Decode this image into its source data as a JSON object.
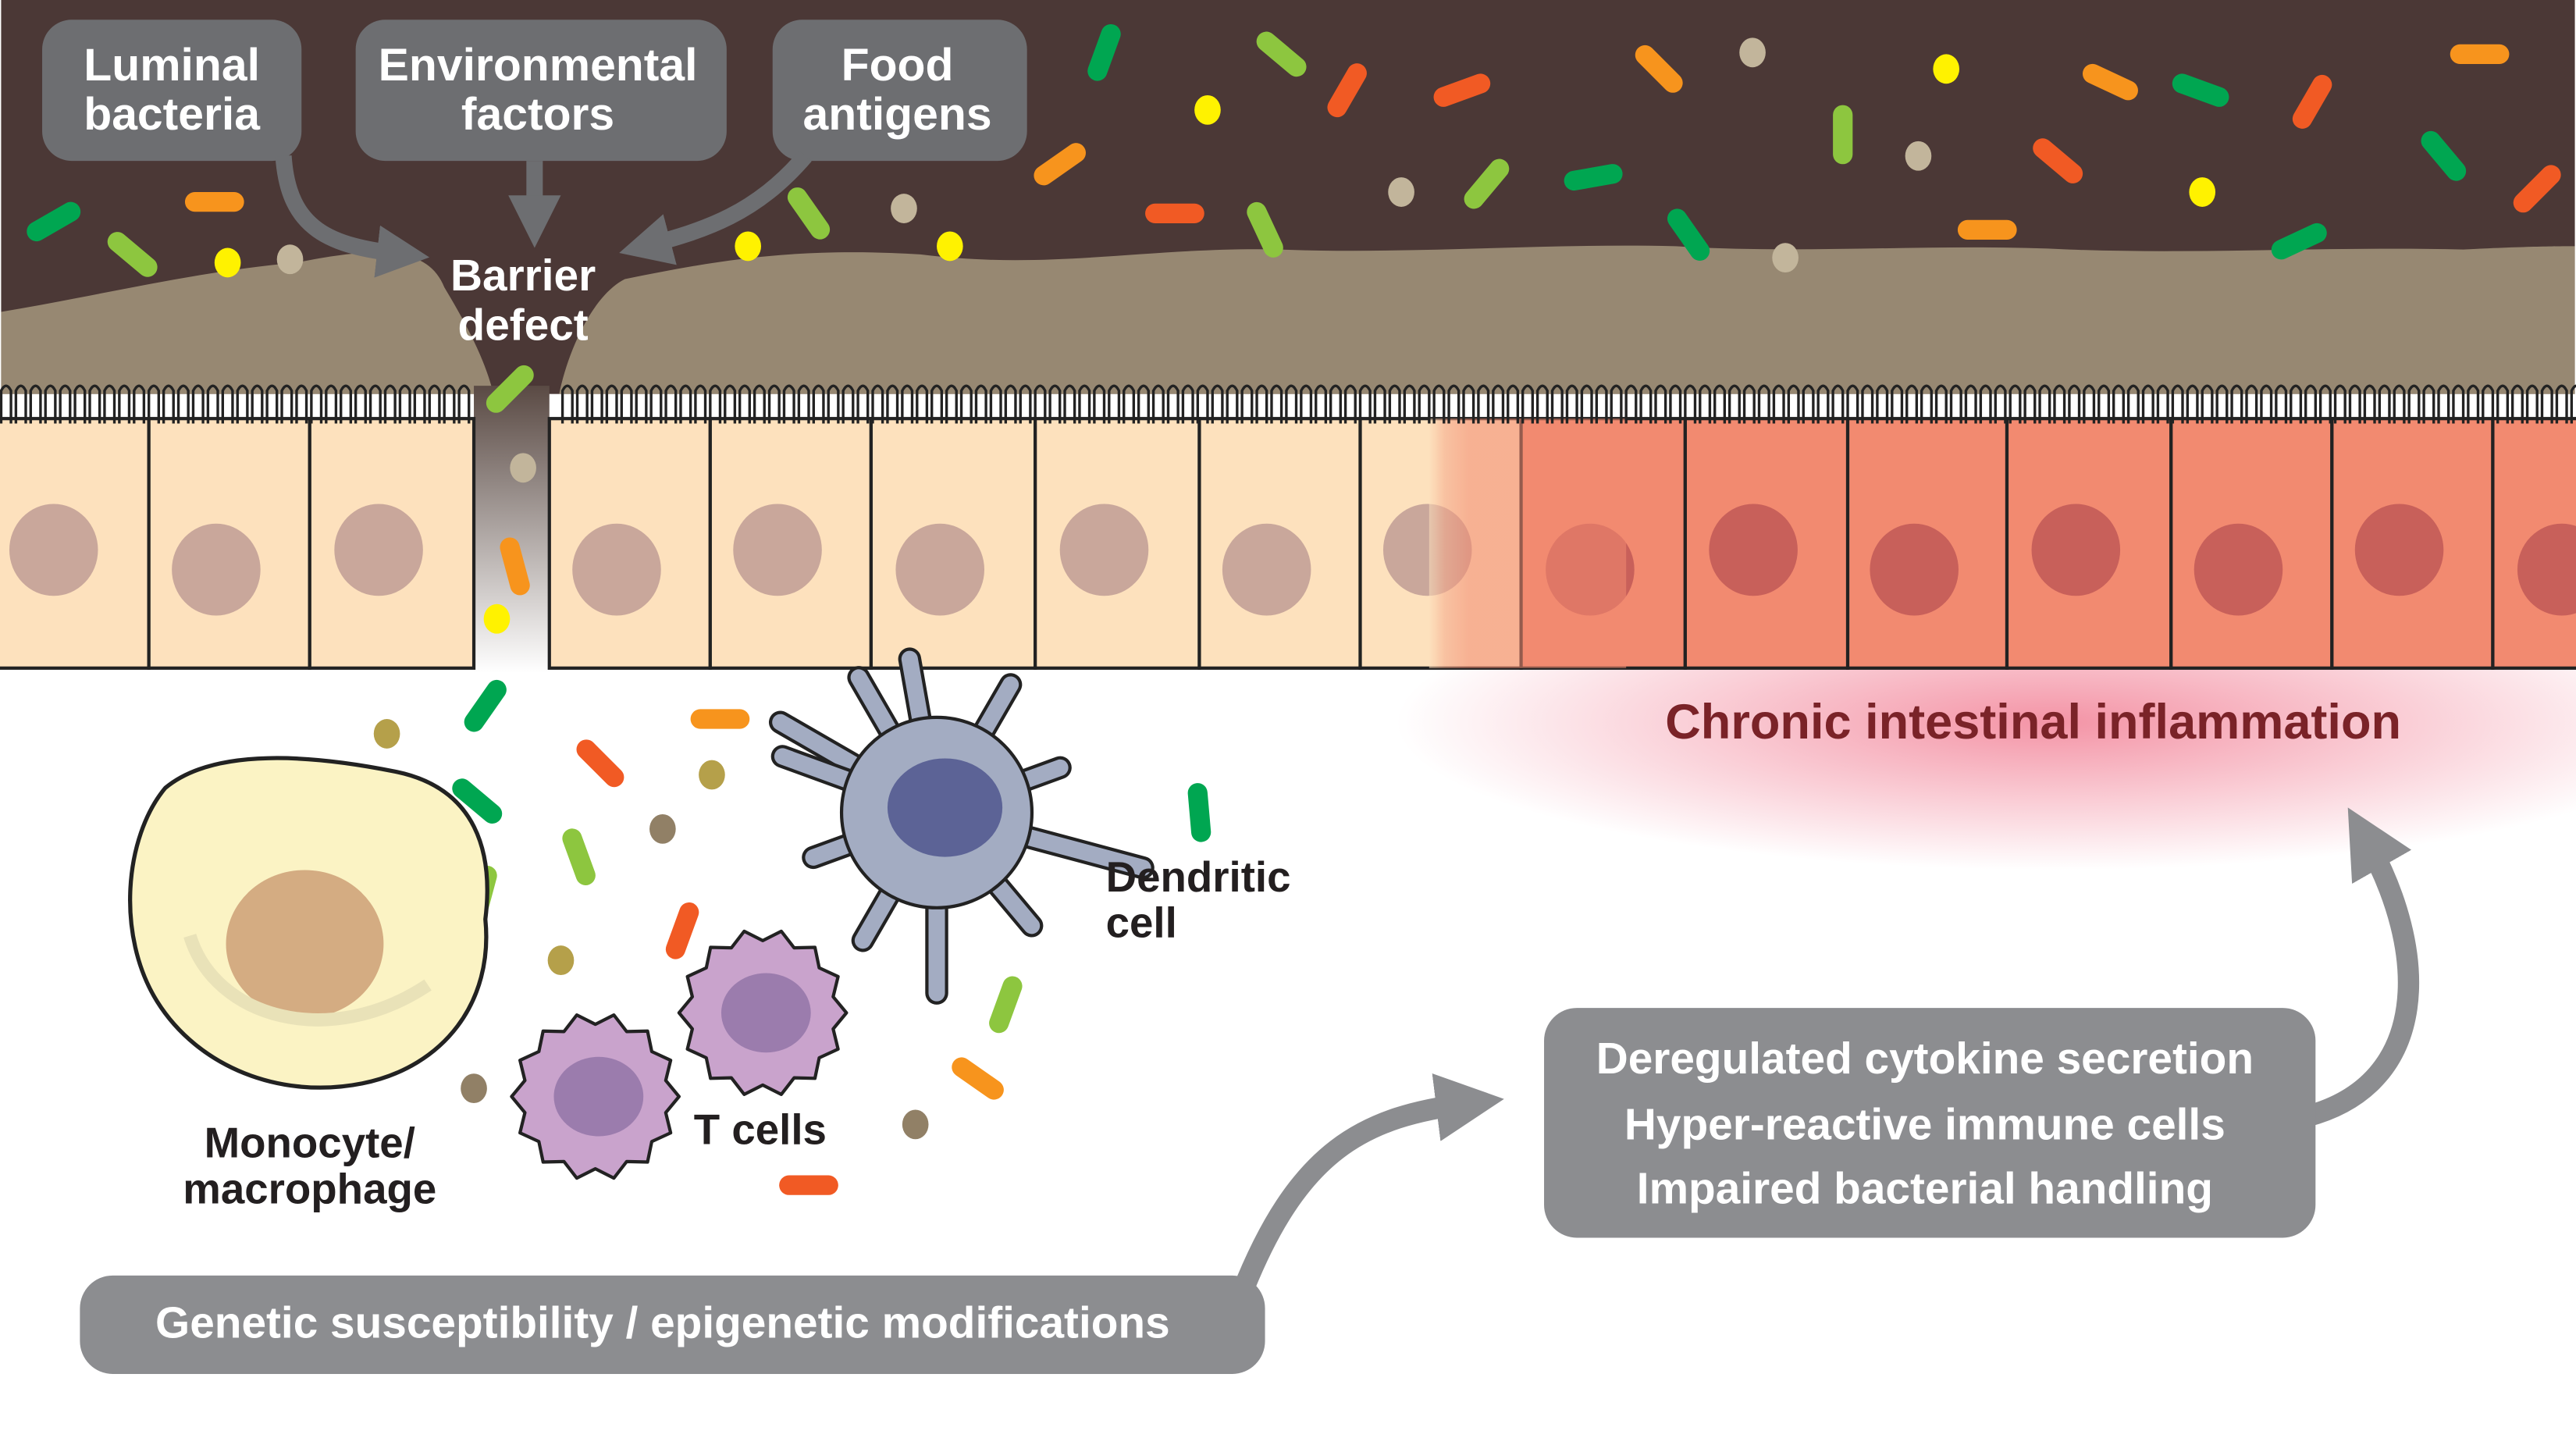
{
  "inputs": {
    "luminal_bacteria": [
      "Luminal",
      "bacteria"
    ],
    "environmental_factors": [
      "Environmental",
      "factors"
    ],
    "food_antigens": [
      "Food",
      "antigens"
    ]
  },
  "barrier_defect": [
    "Barrier",
    "defect"
  ],
  "cells": {
    "monocyte": [
      "Monocyte/",
      "macrophage"
    ],
    "t_cells": "T cells",
    "dendritic": [
      "Dendritic",
      "cell"
    ]
  },
  "inflammation_label": "Chronic intestinal inflammation",
  "mechanisms": [
    "Deregulated cytokine secretion",
    "Hyper-reactive immune cells",
    "Impaired bacterial handling"
  ],
  "genetics_label": "Genetic susceptibility / epigenetic modifications",
  "colors": {
    "lumen": "#4b3836",
    "mucus": "#978872",
    "epithelium": "#fde1bd",
    "inflamed_epithelium": "#f28a70",
    "label_box": "#6d6e71",
    "inflammation_text": "#7a2328",
    "arrow": "#8c8d90"
  }
}
